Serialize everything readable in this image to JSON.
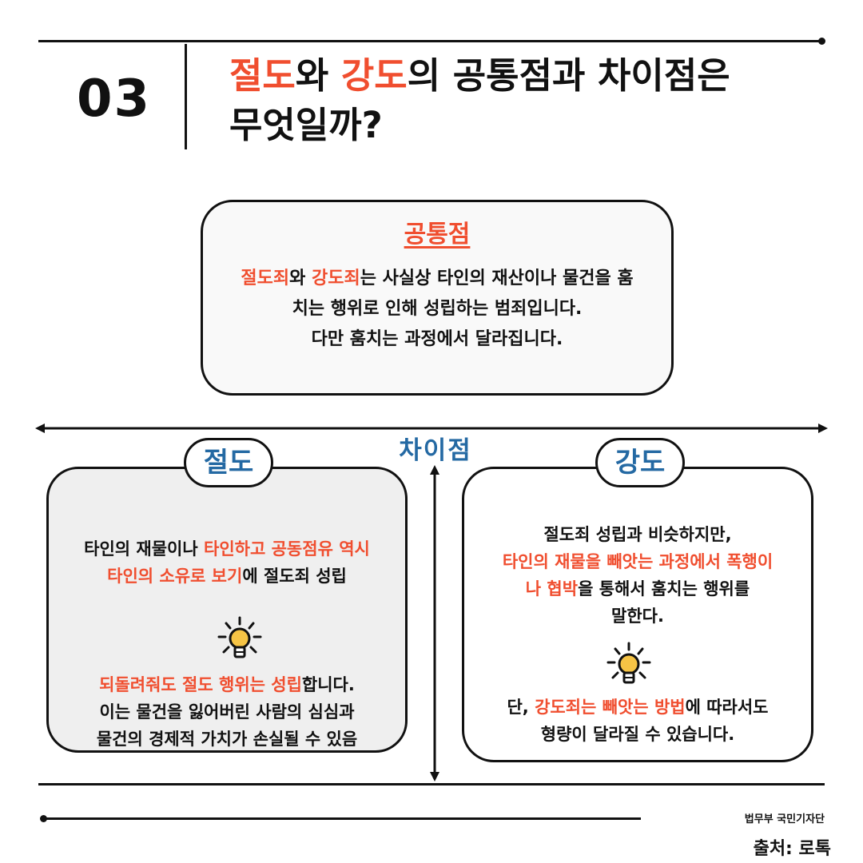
{
  "header": {
    "number": "03",
    "title_line1": [
      "절도",
      "와 ",
      "강도",
      "의 공통점과 차이점은"
    ],
    "title_line2": "무엇일까?"
  },
  "common": {
    "heading": "공통점",
    "line1": [
      "절도죄",
      "와 ",
      "강도죄",
      "는 사실상 타인의 재산이나 물건을 훔"
    ],
    "line2": "치는 행위로 인해 성립하는 범죄입니다.",
    "line3": "다만 훔치는 과정에서 달라집니다."
  },
  "difference_label": "차이점",
  "theft": {
    "label": "절도",
    "line1": [
      "타인의 재물이나 ",
      "타인하고 공동점유 역시"
    ],
    "line2": [
      "타인의 소유로 보기",
      "에 절도죄 성립"
    ],
    "tip_icon": "lightbulb-icon",
    "line3": [
      "되돌려줘도 절도 행위는 성립",
      "합니다."
    ],
    "line4": "이는 물건을 잃어버린 사람의 심심과",
    "line5": "물건의 경제적 가치가 손실될 수 있음"
  },
  "robbery": {
    "label": "강도",
    "line1": "절도죄 성립과 비슷하지만,",
    "line2": "타인의 재물을 빼앗는 과정에서 폭행이",
    "line3": [
      "나 협박",
      "을 통해서 훔치는 행위를"
    ],
    "line4": "말한다.",
    "tip_icon": "lightbulb-icon",
    "line5": [
      "단, ",
      "강도죄는 빼앗는 방법",
      "에 따라서도"
    ],
    "line6": "형량이 달라질 수 있습니다."
  },
  "footer": {
    "org": "법무부 국민기자단",
    "source": "출처: 로톡"
  },
  "colors": {
    "accent_red": "#f04e2f",
    "accent_blue": "#2469a3",
    "bulb_yellow": "#f6c445"
  }
}
